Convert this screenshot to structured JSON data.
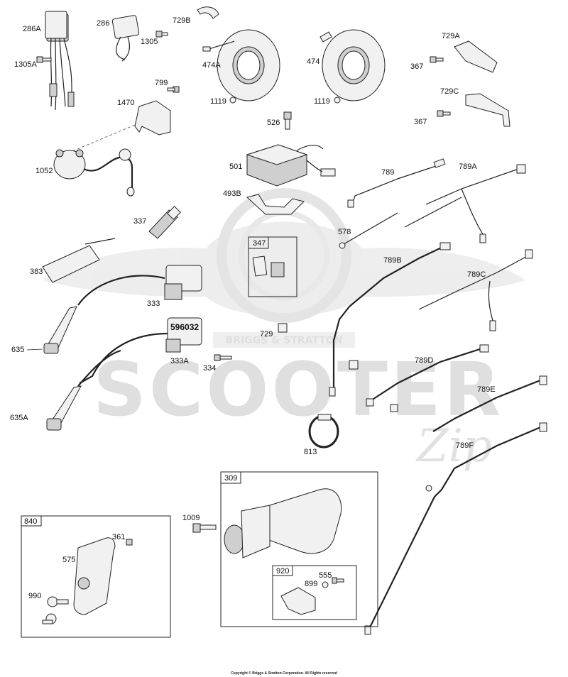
{
  "watermark": {
    "brand_ring": "BRIGGS & STRATTON",
    "word": "SCOOTER",
    "script": "Zip"
  },
  "labels": {
    "l286A": "286A",
    "l286": "286",
    "l729B": "729B",
    "l1305": "1305",
    "l1305A": "1305A",
    "l474A": "474A",
    "l474": "474",
    "l729A": "729A",
    "l367a": "367",
    "l729C": "729C",
    "l367b": "367",
    "l1119a": "1119",
    "l1119b": "1119",
    "l526": "526",
    "l799": "799",
    "l1470": "1470",
    "l1052": "1052",
    "l501": "501",
    "l493B": "493B",
    "l789": "789",
    "l789A": "789A",
    "l578": "578",
    "l337": "337",
    "l347": "347",
    "l789B": "789B",
    "l789C": "789C",
    "l383": "383",
    "l333": "333",
    "l596032": "596032",
    "l729": "729",
    "l635": "635",
    "l333A": "333A",
    "l334": "334",
    "l789D": "789D",
    "l789E": "789E",
    "l635A": "635A",
    "l813": "813",
    "l789F": "789F",
    "l309": "309",
    "l840": "840",
    "l1009": "1009",
    "l361": "361",
    "l575": "575",
    "l920": "920",
    "l555": "555",
    "l899": "899",
    "l990": "990"
  },
  "footer": {
    "copyright": "Copyright © Briggs & Stratton Corporation. All Rights reserved"
  }
}
